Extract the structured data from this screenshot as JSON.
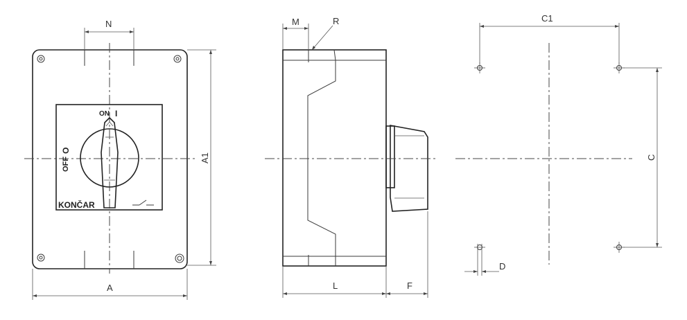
{
  "front_view": {
    "dims": {
      "N": "N",
      "A": "A",
      "A1": "A1"
    },
    "plate": {
      "on_label": "ON",
      "on_mark": "I",
      "off_label": "OFF",
      "off_mark": "O",
      "brand": "KONČAR"
    }
  },
  "side_view": {
    "dims": {
      "M": "M",
      "R": "R",
      "L": "L",
      "F": "F"
    }
  },
  "mounting_view": {
    "dims": {
      "C1": "C1",
      "C": "C",
      "D": "D"
    }
  }
}
